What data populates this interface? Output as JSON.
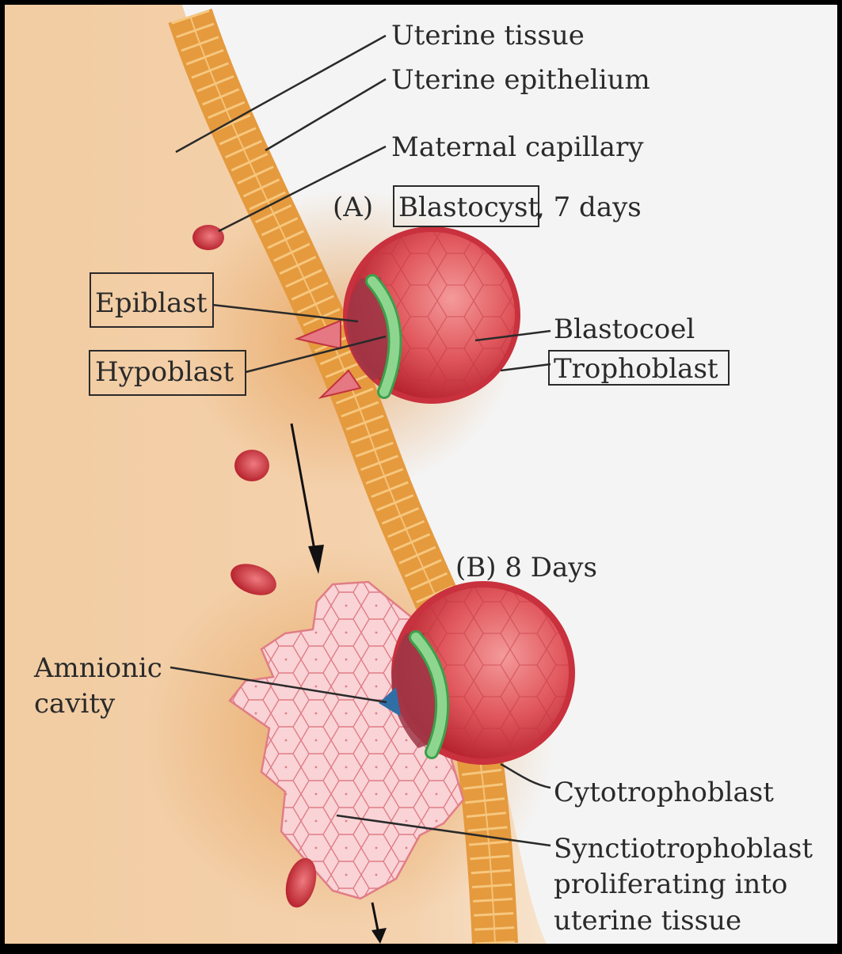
{
  "labels": {
    "uterine_tissue": "Uterine tissue",
    "uterine_epithelium": "Uterine epithelium",
    "maternal_capillary": "Maternal capillary",
    "stage_a_prefix": "(A)",
    "stage_a_boxed": "Blastocyst",
    "stage_a_suffix": ", 7 days",
    "epiblast": "Epiblast",
    "hypoblast": "Hypoblast",
    "blastocoel": "Blastocoel",
    "trophoblast": "Trophoblast",
    "stage_b": "(B)  8 Days",
    "amnionic_line1": "Amnionic",
    "amnionic_line2": "cavity",
    "cytotrophoblast": "Cytotrophoblast",
    "syncytio_line1": "Synctiotrophoblast",
    "syncytio_line2": "proliferating into",
    "syncytio_line3": "uterine tissue"
  },
  "colors": {
    "tissue": "#f3cfa6",
    "background": "#f4f4f4",
    "epithelium": "#f2b25a",
    "embryo": "#d63b45",
    "epiblast": "#86d08a",
    "syncytio": "#f8cdd0",
    "amnion": "#2f6fa6",
    "frame": "#000000"
  }
}
